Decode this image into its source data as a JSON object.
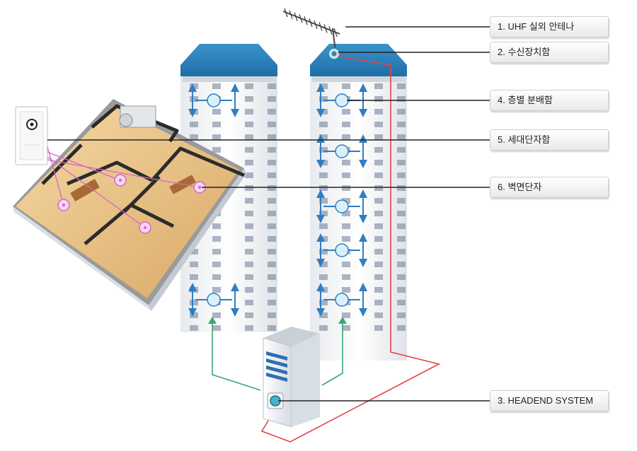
{
  "labels": {
    "uhf_antenna": "1. UHF 실외 안테나",
    "receiver_box": "2. 수신장치함",
    "headend": "3. HEADEND SYSTEM",
    "floor_distributor": "4. 층별 분배함",
    "household_terminal": "5. 세대단자함",
    "wall_outlet": "6. 벽면단자"
  },
  "colors": {
    "roof": "#2a7fb8",
    "building": "#f2f4f7",
    "window": "#6b7c93",
    "arrow": "#2f7ec2",
    "signal_red": "#e8434a",
    "signal_green": "#3aa872",
    "leader": "#222222",
    "room_marker": "#d666c8"
  }
}
